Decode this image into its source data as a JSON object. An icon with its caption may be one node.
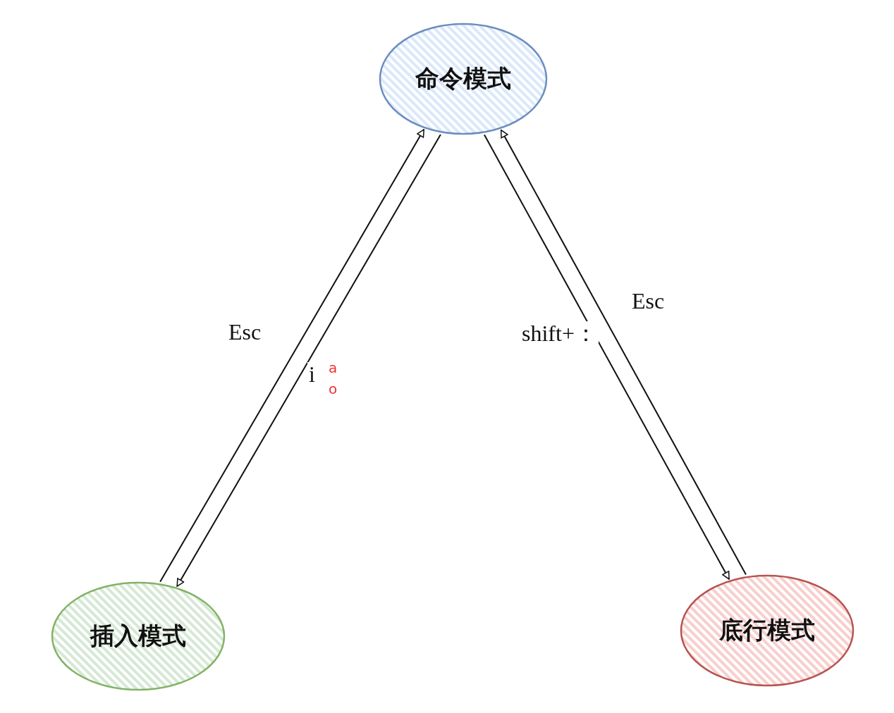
{
  "diagram": {
    "nodes": [
      {
        "text": [
          "命令模式"
        ]
      },
      {
        "text": [
          "插入模式"
        ]
      },
      {
        "text": [
          "底行模式"
        ]
      }
    ],
    "edges": [
      {
        "from": 1,
        "to": 0,
        "arrow": "to",
        "label": "Esc"
      },
      {
        "from": 0,
        "to": 1,
        "arrow": "to",
        "label": "i"
      },
      {
        "from": 0,
        "to": 2,
        "arrow": "to",
        "label": "shift+："
      },
      {
        "from": 2,
        "to": 0,
        "arrow": "to",
        "label": "Esc"
      }
    ],
    "labels": [
      "a",
      "o"
    ]
  }
}
